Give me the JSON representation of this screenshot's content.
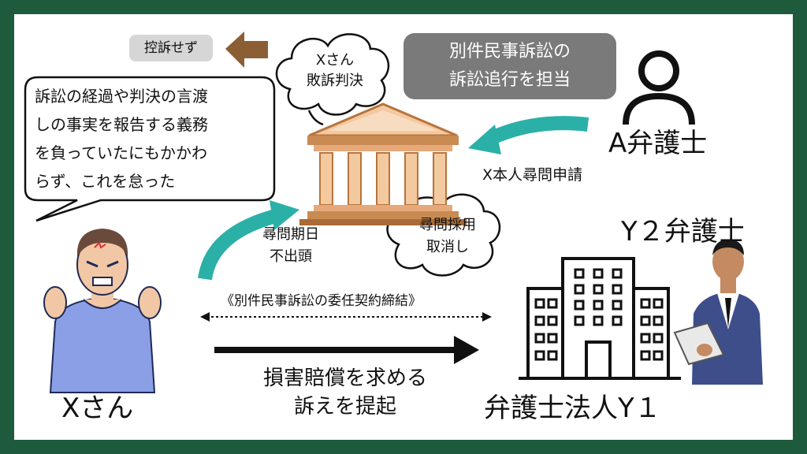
{
  "labels": {
    "no_appeal": "控訴せず",
    "x_defeat": "Xさん\n敗訴判決",
    "separate_case": "別件民事訴訟の\n訴訟追行を担当",
    "duty_speech": "訴訟の経過や判決の言渡\nしの事実を報告する義務\nを負っていたにもかかわ\nらず、これを怠った",
    "lawyer_a": "A弁護士",
    "x_examination_request": "X本人尋問申請",
    "no_show": "尋問期日\n不出頭",
    "examination_cancelled": "尋問採用\n取消し",
    "lawyer_y2": "Y２弁護士",
    "mandate_contract": "《別件民事訴訟の委任契約締結》",
    "x_person": "Xさん",
    "lawsuit": "損害賠償を求める\n訴えを提起",
    "law_firm_y1": "弁護士法人Y１"
  },
  "colors": {
    "frame_green": "#1e5a3c",
    "arrow_teal": "#2bb0a8",
    "arrow_brown": "#8b5e34",
    "gray_box": "#7a7a7a",
    "light_box": "#d6d6d6",
    "shirt_blue": "#8a9fe6",
    "suit_blue": "#3d4e8a"
  },
  "icons": [
    "courthouse-icon",
    "person-outline-icon",
    "office-building-icon",
    "angry-man-illustration",
    "businessman-illustration"
  ]
}
